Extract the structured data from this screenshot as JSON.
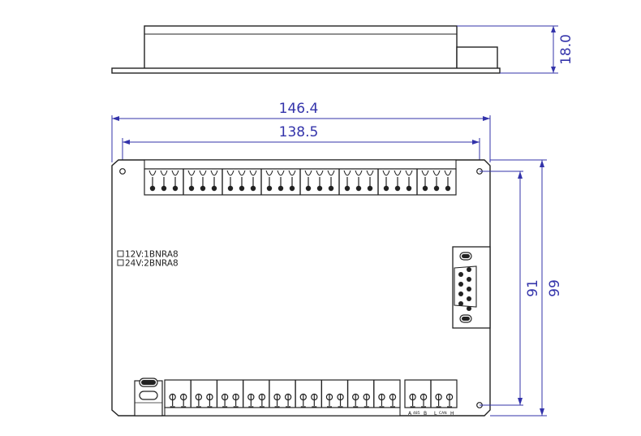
{
  "dimensions": {
    "height_side": "18.0",
    "outer_width": "146.4",
    "hole_width": "138.5",
    "hole_height": "91",
    "outer_height": "99"
  },
  "model_labels": {
    "line1": "12V:1BNRA8",
    "line2": "24V:2BNRA8"
  },
  "bus_labels": {
    "a": "A",
    "protocol_485": "485",
    "b": "B",
    "l": "L",
    "can": "CAN",
    "h": "H"
  },
  "colors": {
    "dimension": "#3333aa",
    "outline": "#222222",
    "guide": "#bbbbbb"
  }
}
